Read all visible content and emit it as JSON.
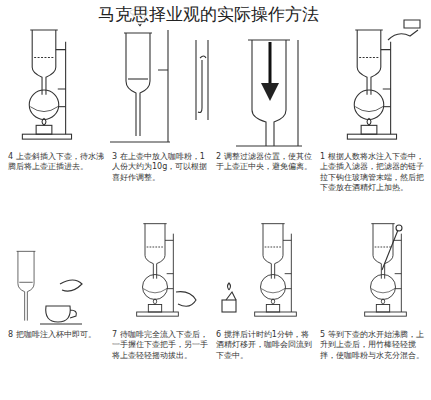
{
  "diagram": {
    "title": "马克思择业观的实际操作方法",
    "labels": [
      "1 根据人数将水注入下壶中，上壶插入滤器，把滤器的链子拉下钩住玻璃管末端，然后把下壶放在酒精灯上加热。",
      "2 调整过滤器位置，使其位于上壶正中央，避免偏离。",
      "3 在上壶中放入咖啡粉，1人份大约为10g，可以根据喜好作调整。",
      "4 上壶斜插入下壶，待水沸腾后将上壶正插进去。",
      "5 等到下壶的水开始沸腾，上升到上壶后，用竹棒轻轻搅拌，使咖啡粉与水充分混合。",
      "6 搅拌后计时约1分钟，将酒精灯移开，咖啡会回流到下壶中。",
      "7 待咖啡完全流入下壶后，一手握住下壶把手，另一手将上壶轻轻摇动拔出。",
      "8 把咖啡注入杯中即可。"
    ]
  }
}
